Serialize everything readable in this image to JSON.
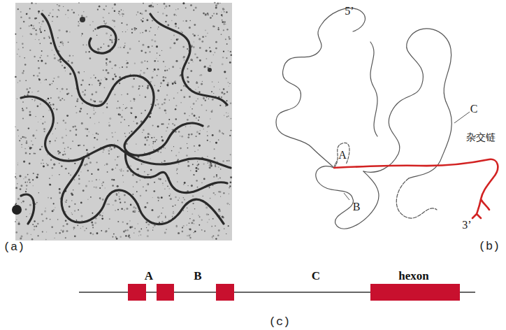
{
  "diagram": {
    "labels": [
      "(a)",
      "5’",
      "A",
      "B",
      "C",
      "杂交链",
      "3’",
      "(b)",
      "A",
      "B",
      "C",
      "hexon",
      "(c)"
    ]
  }
}
